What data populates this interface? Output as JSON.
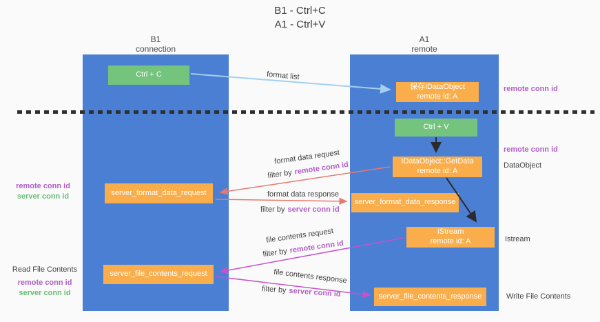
{
  "title": {
    "line1": "B1 - Ctrl+C",
    "line2": "A1 - Ctrl+V"
  },
  "columns": {
    "left": {
      "name": "B1",
      "role": "connection"
    },
    "right": {
      "name": "A1",
      "role": "remote"
    }
  },
  "nodes": {
    "ctrl_c": "Ctrl + C",
    "ctrl_v": "Ctrl + V",
    "save_dataobject": {
      "line1": "保存IDataObject",
      "line2": "remote id: A"
    },
    "getdata": {
      "line1": "IDataObject::GetData",
      "line2": "remote id: A"
    },
    "istream": {
      "line1": "IStream",
      "line2": "remote id: A"
    },
    "server_format_data_request": "server_format_data_request",
    "server_format_data_response": "server_format_data_response",
    "server_file_contents_request": "server_file_contents_request",
    "server_file_contents_response": "server_file_contents_response"
  },
  "labels": {
    "format_list": "format list",
    "format_data_request": "format data request",
    "format_data_response": "format data response",
    "file_contents_request": "file contents request",
    "file_contents_response": "file contents response",
    "filter_by": "filter by",
    "remote_conn_id": "remote conn id",
    "server_conn_id": "server conn id",
    "read_file_contents": "Read File Contents",
    "write_file_contents": "Write File Contents",
    "dataobject": "DataObject",
    "istream_side": "Istream"
  },
  "colors": {
    "column_blue": "#4a7fd4",
    "box_green": "#75c47e",
    "box_orange": "#f9ae4b",
    "arrow_light_blue": "#a3cff0",
    "arrow_salmon": "#e8796e",
    "arrow_magenta": "#c653c9",
    "arrow_black": "#2b2b2b",
    "text_purple": "#b05fc6",
    "text_green": "#67be73"
  }
}
